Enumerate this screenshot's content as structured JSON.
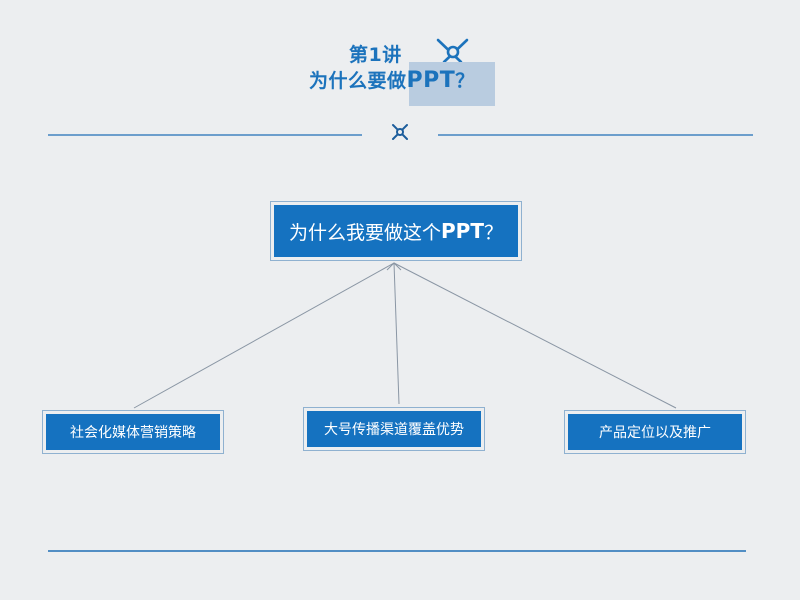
{
  "header": {
    "lecture": "第1讲",
    "question_prefix": "为什么要做",
    "question_ppt": "PPT",
    "question_mark": "？"
  },
  "diagram": {
    "root": {
      "prefix": "为什么我要做这个",
      "ppt": "PPT",
      "mark": "？"
    },
    "children": [
      {
        "label": "社会化媒体营销策略"
      },
      {
        "label": "大号传播渠道覆盖优势"
      },
      {
        "label": "产品定位以及推广"
      }
    ]
  },
  "colors": {
    "background": "#eceef0",
    "accent": "#1572c0",
    "title": "#1c73bc",
    "highlight": "#b9cce0",
    "connector": "#8a96a4"
  },
  "icons": {
    "header": "x-node-icon",
    "divider": "x-node-icon"
  }
}
